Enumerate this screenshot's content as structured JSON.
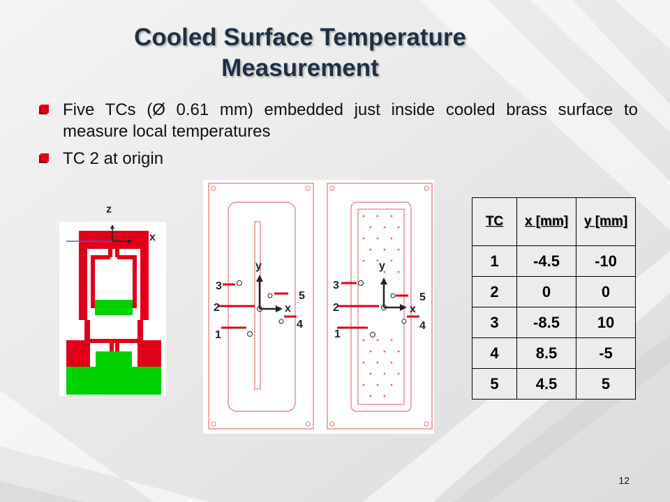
{
  "slide": {
    "title": "Cooled Surface Temperature Measurement",
    "bullets": [
      "Five TCs (Ø 0.61 mm) embedded just inside cooled brass surface to measure local temperatures",
      "TC 2 at origin"
    ],
    "page_number": "12"
  },
  "side_figure": {
    "axis_z": "z",
    "axis_x": "x"
  },
  "plan_figure": {
    "left": {
      "tc1": "1",
      "tc2": "2",
      "tc3": "3",
      "tc4": "4",
      "tc5": "5",
      "axis_x": "x",
      "axis_y": "y"
    },
    "right": {
      "tc1": "1",
      "tc2": "2",
      "tc3": "3",
      "tc4": "4",
      "tc5": "5",
      "axis_x": "x",
      "axis_y": "y"
    }
  },
  "table": {
    "headers": [
      "TC",
      "x [mm]",
      "y [mm]"
    ],
    "rows": [
      [
        "1",
        "-4.5",
        "-10"
      ],
      [
        "2",
        "0",
        "0"
      ],
      [
        "3",
        "-8.5",
        "10"
      ],
      [
        "4",
        "8.5",
        "-5"
      ],
      [
        "5",
        "4.5",
        "5"
      ]
    ]
  },
  "colors": {
    "accent_red": "#e0001a",
    "green": "#00d200",
    "title": "#1f2f45"
  }
}
